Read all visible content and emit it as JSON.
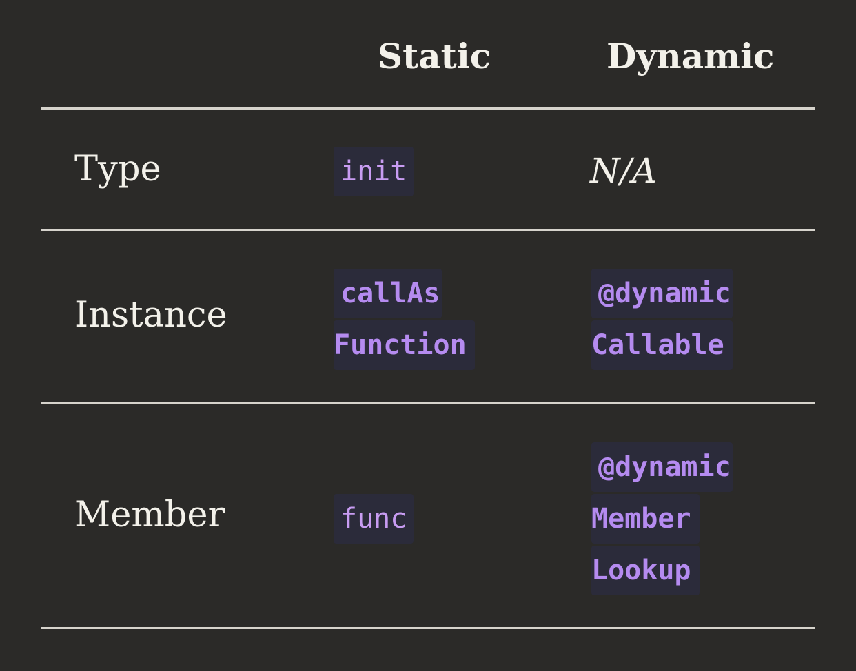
{
  "header": {
    "static": "Static",
    "dynamic": "Dynamic"
  },
  "rows": [
    {
      "label": "Type",
      "static_code": "init",
      "dynamic_text": "N/A"
    },
    {
      "label": "Instance",
      "static_code_lines": [
        "callAs",
        "Function"
      ],
      "dynamic_code_lines": [
        "@dynamic",
        "Callable"
      ]
    },
    {
      "label": "Member",
      "static_code": "func",
      "dynamic_code_lines": [
        "@dynamic",
        "Member",
        "Lookup"
      ]
    }
  ],
  "colors": {
    "background": "#2b2a28",
    "code_bg": "#2b2b3a",
    "code_text": "#b58bf0",
    "rule": "#d6d3cc"
  }
}
